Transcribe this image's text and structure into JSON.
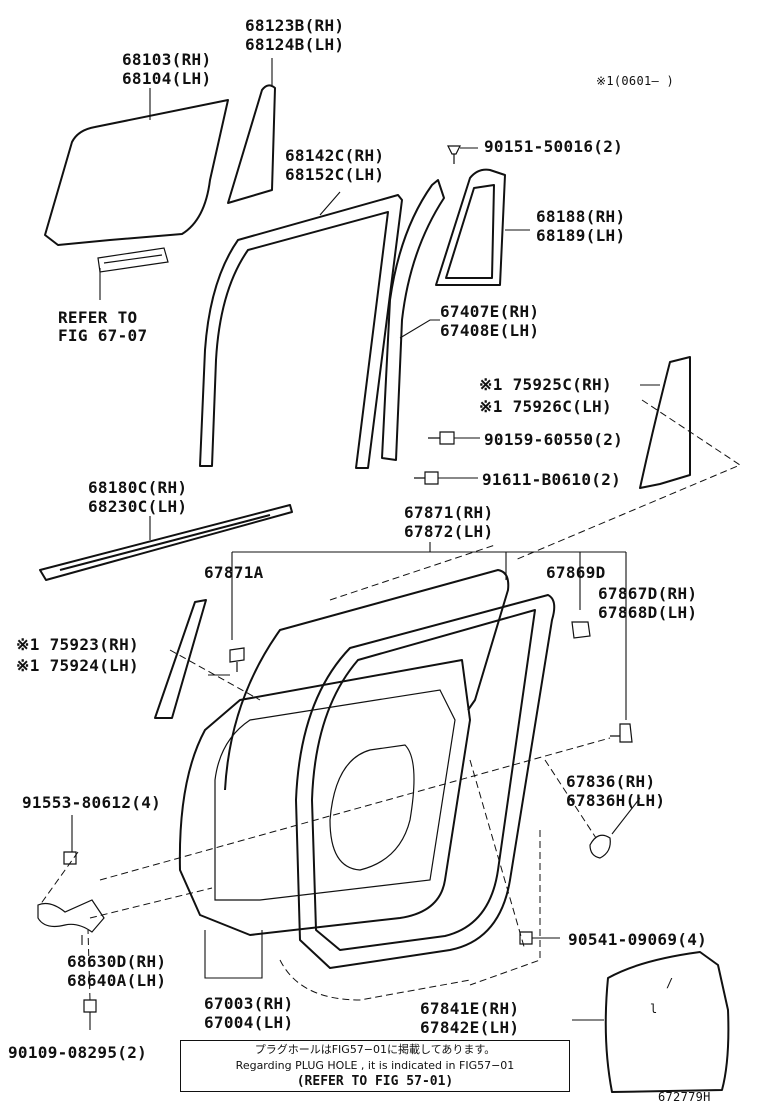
{
  "diagram_id": "672779H",
  "footnote_header": "※1(0601–        )",
  "parts": {
    "window_glass": [
      "68103(RH)",
      "68104(LH)"
    ],
    "quarter_glass": [
      "68123B(RH)",
      "68124B(LH)"
    ],
    "refer_note": [
      "REFER TO",
      "FIG 67-07"
    ],
    "glass_run": [
      "68142C(RH)",
      "68152C(LH)"
    ],
    "screw_top": "90151-50016(2)",
    "quarter_weatherstrip": [
      "68188(RH)",
      "68189(LH)"
    ],
    "division_bar": [
      "67407E(RH)",
      "67408E(LH)"
    ],
    "upper_garnish": [
      "※1 75925C(RH)",
      "※1 75926C(LH)"
    ],
    "bolt_a": "90159-60550(2)",
    "bolt_b": "91611-B0610(2)",
    "belt_weatherstrip": [
      "68180C(RH)",
      "68230C(LH)"
    ],
    "door_weatherstrip": [
      "67871(RH)",
      "67872(LH)"
    ],
    "weatherstrip_a": "67871A",
    "clip_d": "67869D",
    "retainer": [
      "67867D(RH)",
      "67868D(LH)"
    ],
    "lower_garnish": [
      "※1 75923(RH)",
      "※1 75924(LH)"
    ],
    "plug": [
      "67836(RH)",
      "67836H(LH)"
    ],
    "bolt_c": "91553-80612(4)",
    "check": [
      "68630D(RH)",
      "68640A(LH)"
    ],
    "clip_e": "90541-09069(4)",
    "door_panel": [
      "67003(RH)",
      "67004(LH)"
    ],
    "service_hole_cover": [
      "67841E(RH)",
      "67842E(LH)"
    ],
    "bolt_d": "90109-08295(2)"
  },
  "cover_marks": [
    "/",
    "l"
  ],
  "note": {
    "line1": "プラグホールはFIG57−01に掲載してあります。",
    "line2": "Regarding PLUG HOLE , it is indicated in FIG57−01",
    "line3": "(REFER TO FIG 57-01)"
  }
}
